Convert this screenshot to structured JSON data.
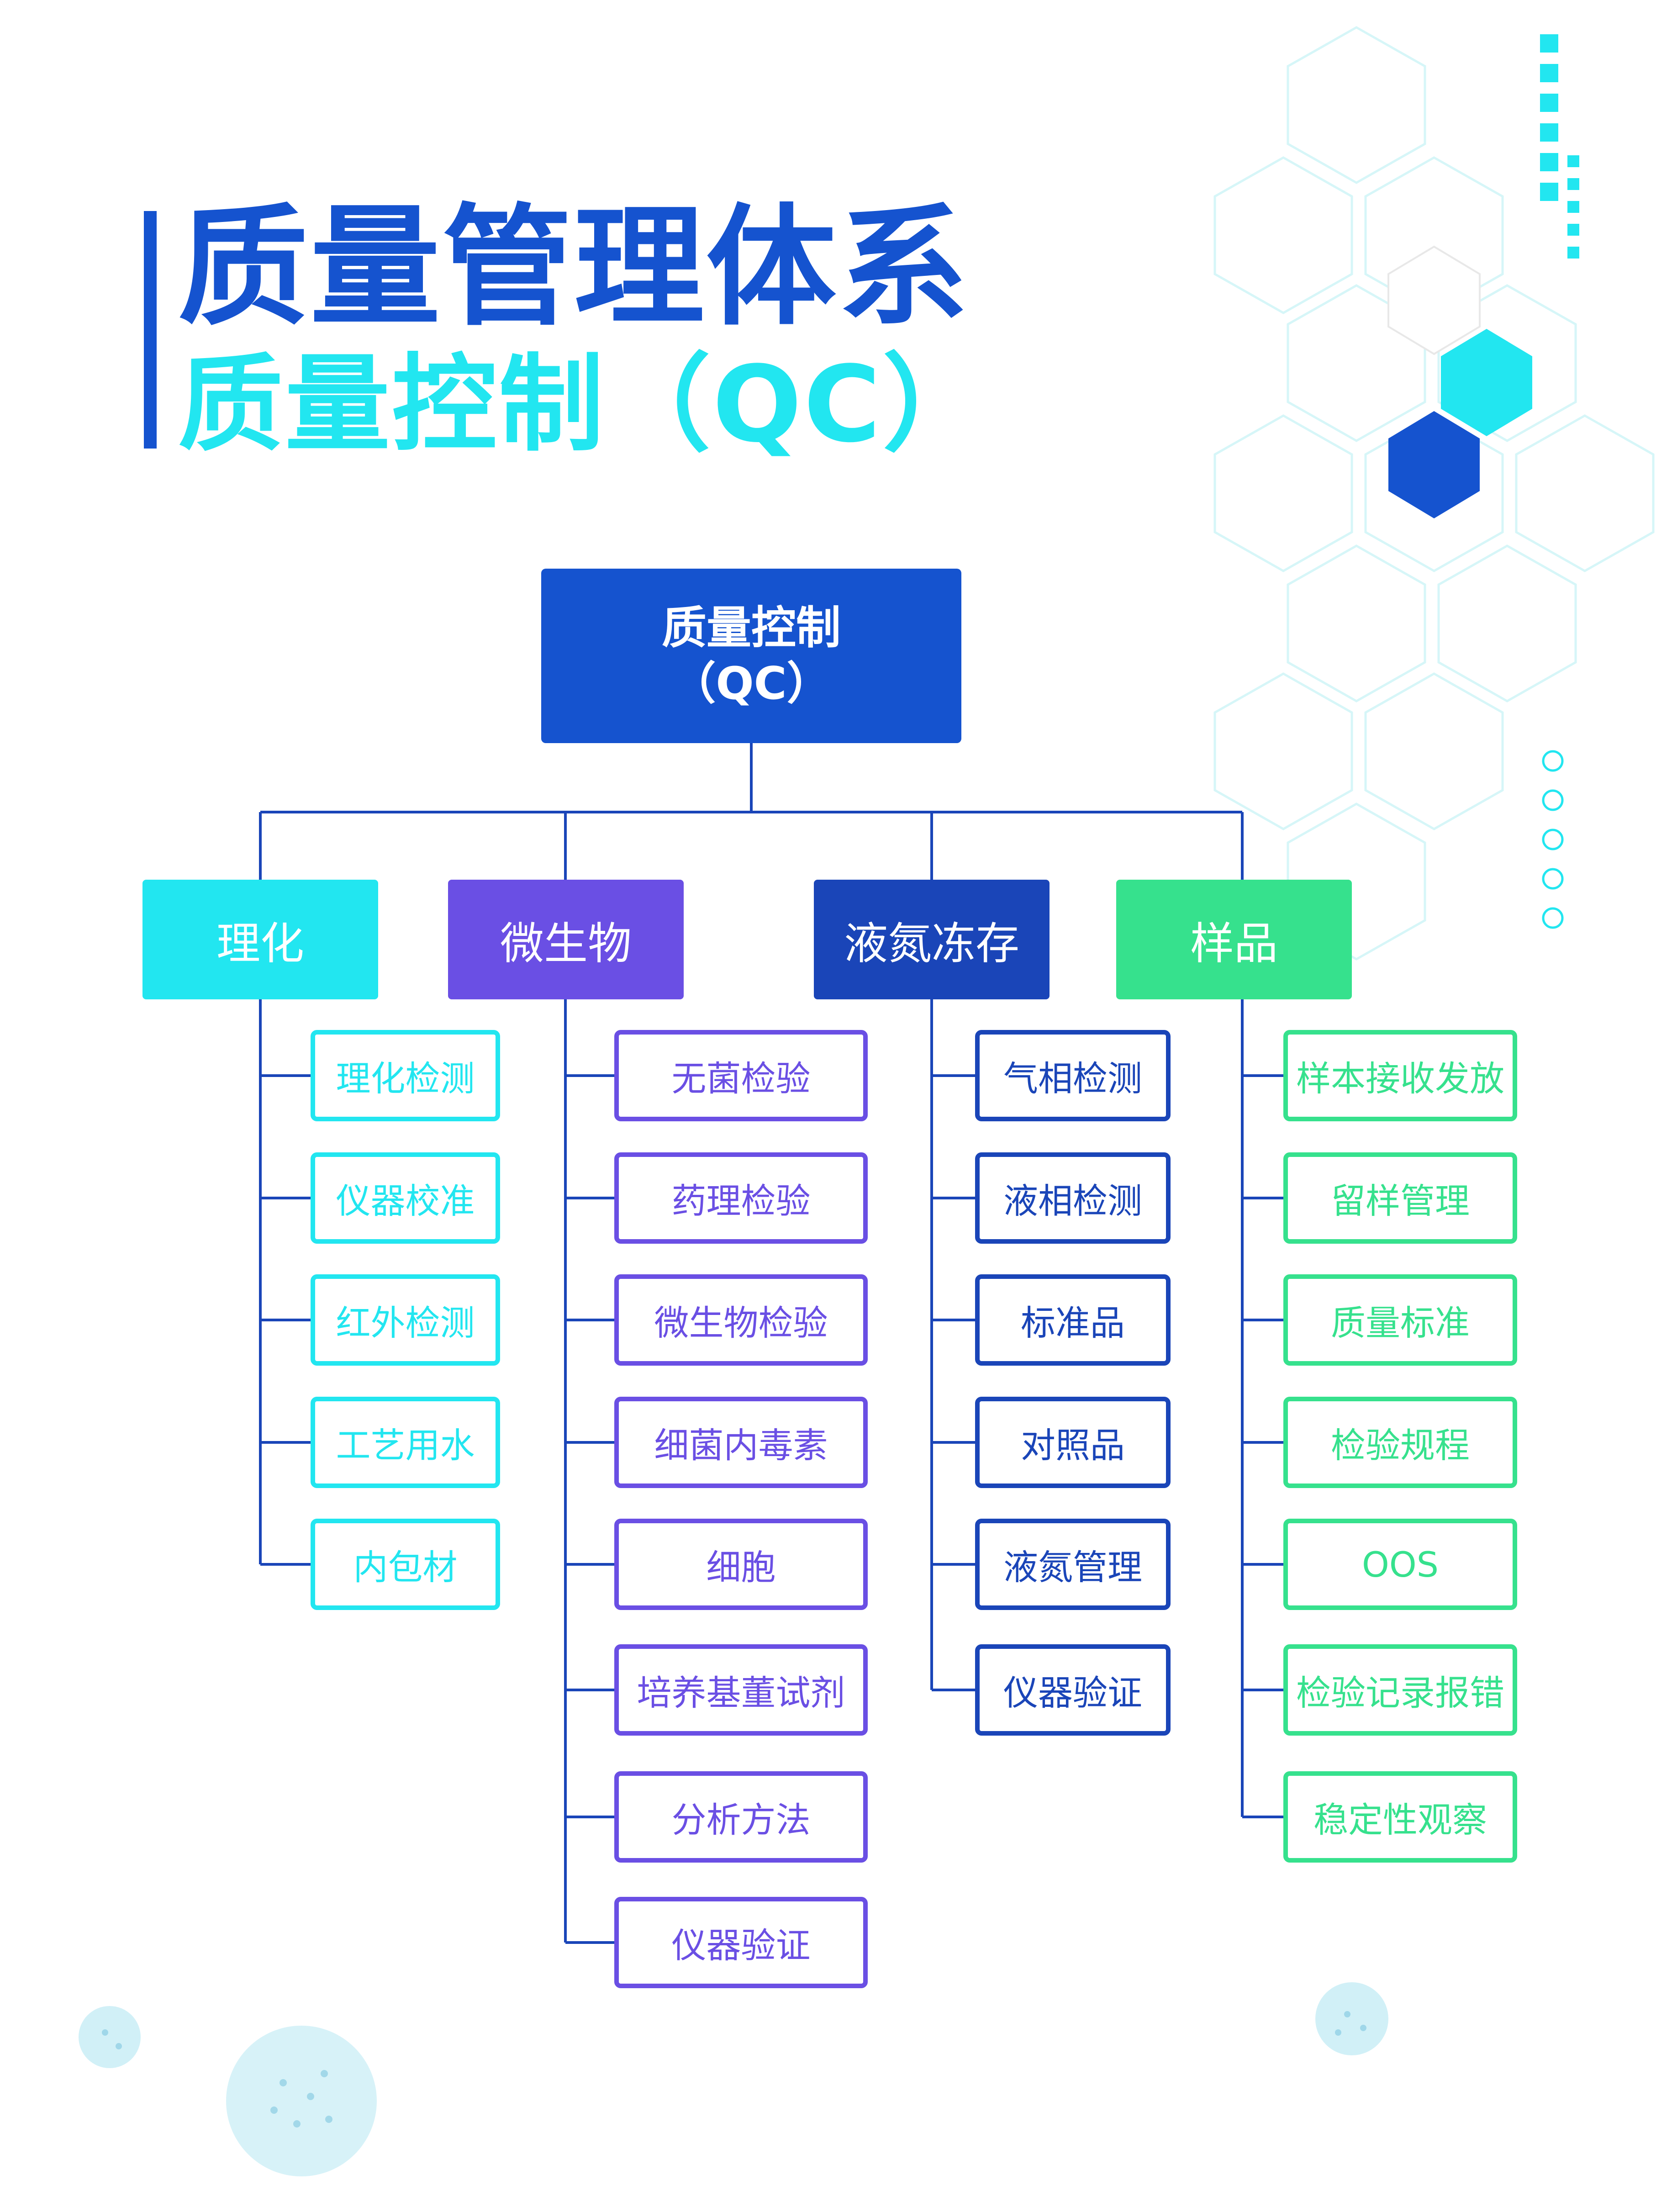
{
  "title": {
    "main": "质量管理体系",
    "sub": "质量控制（QC）"
  },
  "root": {
    "line1": "质量控制",
    "line2": "（QC）"
  },
  "colors": {
    "accent": "#1553cf",
    "cyan": "#22e6f0",
    "purple": "#6a4fe4",
    "navy": "#1a45b8",
    "green": "#36e18d"
  },
  "categories": [
    {
      "label": "理化",
      "color": "#22e6f0",
      "items": [
        "理化检测",
        "仪器校准",
        "红外检测",
        "工艺用水",
        "内包材"
      ]
    },
    {
      "label": "微生物",
      "color": "#6a4fe4",
      "items": [
        "无菌检验",
        "药理检验",
        "微生物检验",
        "细菌内毒素",
        "细胞",
        "培养基董试剂",
        "分析方法",
        "仪器验证"
      ]
    },
    {
      "label": "液氮冻存",
      "color": "#1a45b8",
      "items": [
        "气相检测",
        "液相检测",
        "标准品",
        "对照品",
        "液氮管理",
        "仪器验证"
      ]
    },
    {
      "label": "样品",
      "color": "#36e18d",
      "items": [
        "样本接收发放",
        "留样管理",
        "质量标准",
        "检验规程",
        "OOS",
        "检验记录报错",
        "稳定性观察"
      ]
    }
  ]
}
